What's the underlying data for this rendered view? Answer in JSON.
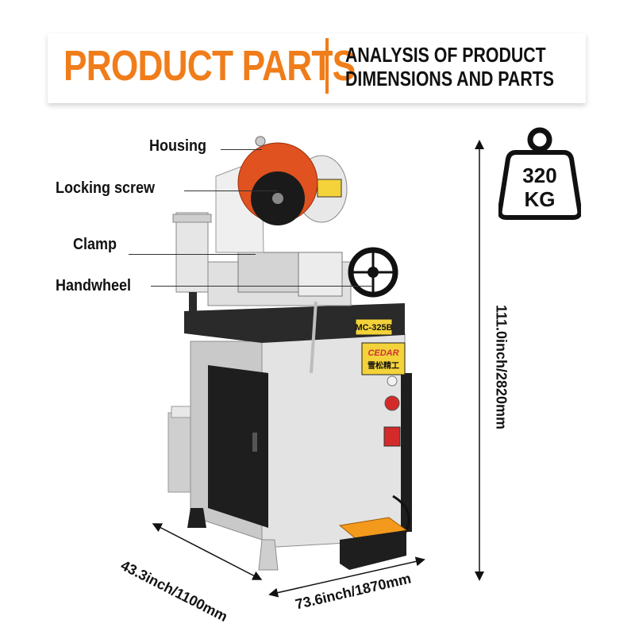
{
  "header": {
    "title": "PRODUCT PARTS",
    "subtitle_line1": "ANALYSIS OF PRODUCT",
    "subtitle_line2": "DIMENSIONS AND PARTS"
  },
  "parts": {
    "housing": "Housing",
    "locking_screw": "Locking screw",
    "clamp": "Clamp",
    "handwheel": "Handwheel"
  },
  "weight": {
    "value": "320",
    "unit": "KG"
  },
  "dimensions": {
    "height": "111.0inch/2820mm",
    "depth": "43.3inch/1100mm",
    "width": "73.6inch/1870mm"
  },
  "machine": {
    "model": "MC-325B",
    "brand": "CEDAR",
    "brand_cn": "雪松精工"
  },
  "colors": {
    "accent": "#f07d1a",
    "blade_guard": "#e0521f",
    "body": "#dedede",
    "dark": "#1e1e1e"
  }
}
